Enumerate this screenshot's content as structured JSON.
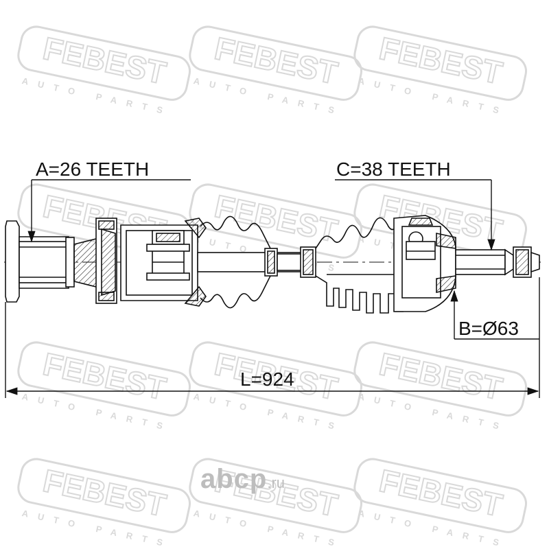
{
  "watermark": {
    "brand": "FEBEST",
    "tagline": "AUTO PARTS"
  },
  "labels": {
    "a": "A=26 TEETH",
    "c": "C=38 TEETH",
    "b": "B=Ø63",
    "l": "L=924"
  },
  "footer": {
    "site": "abcp",
    "tld": ".ru"
  },
  "colors": {
    "line": "#111111",
    "watermark": "#d9d9d9",
    "footer": "#bdbdbd"
  }
}
